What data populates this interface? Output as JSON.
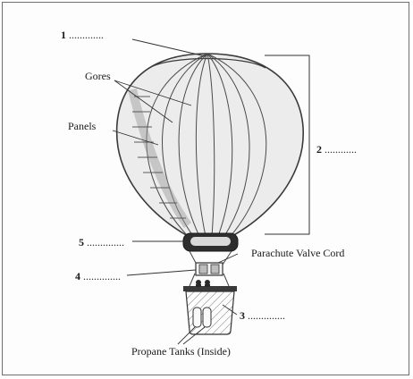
{
  "labels": {
    "crown": {
      "num": "1",
      "dots": "............."
    },
    "envelope": {
      "num": "2",
      "dots": "............"
    },
    "basket": {
      "num": "3",
      "dots": ".............."
    },
    "burner": {
      "num": "4",
      "dots": ".............."
    },
    "skirt": {
      "num": "5",
      "dots": ".............."
    },
    "gores": "Gores",
    "panels": "Panels",
    "parachute_valve_cord": "Parachute Valve Cord",
    "propane_tanks": "Propane Tanks (Inside)"
  }
}
